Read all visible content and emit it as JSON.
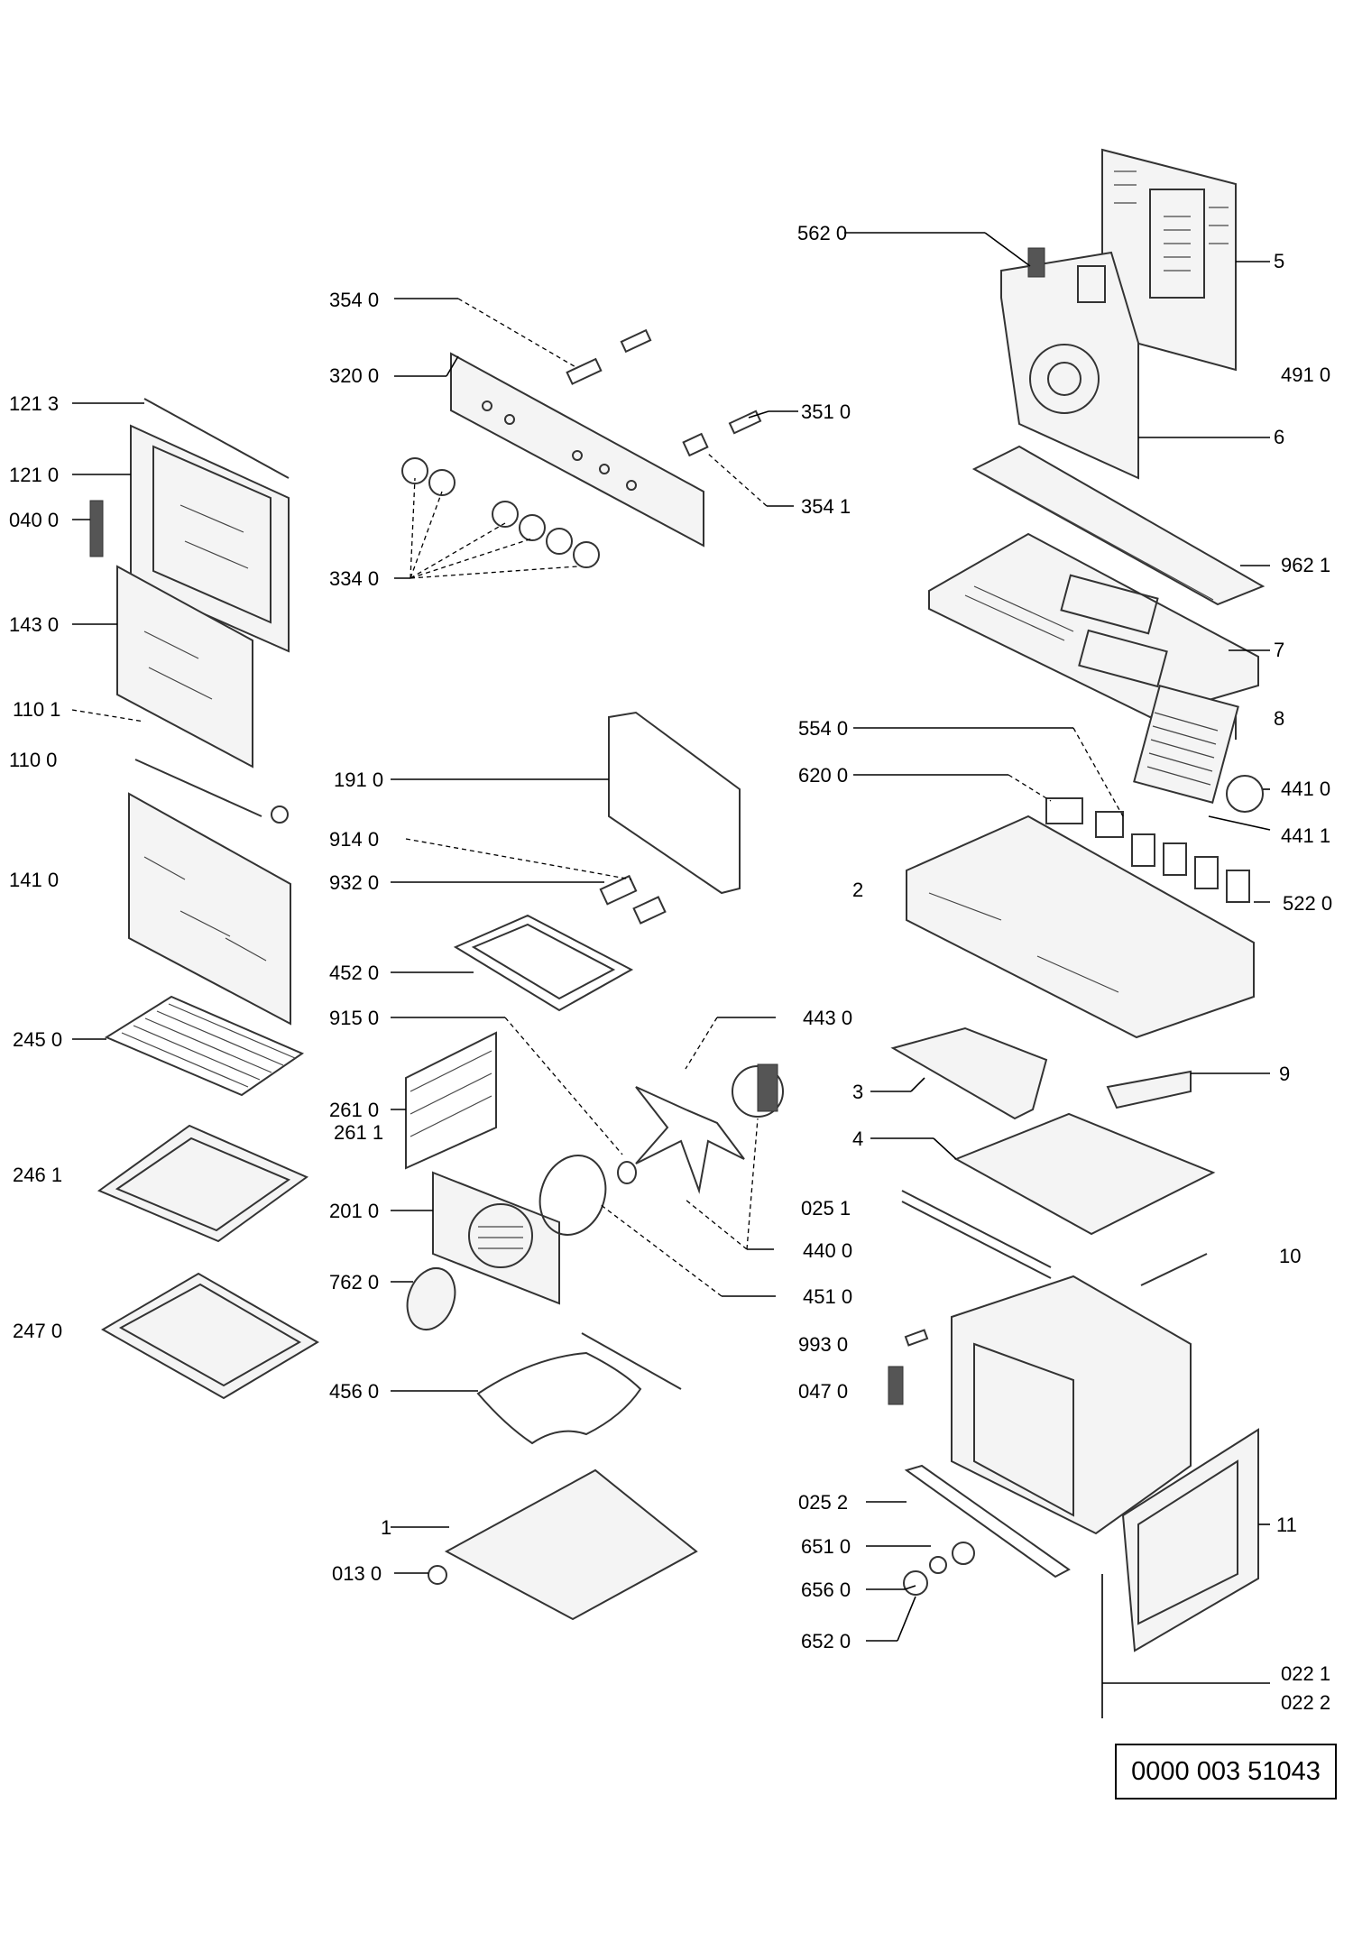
{
  "labels": {
    "l_562_0": "562 0",
    "l_5": "5",
    "l_491_0": "491 0",
    "l_354_0": "354 0",
    "l_320_0": "320 0",
    "l_351_0": "351 0",
    "l_354_1": "354 1",
    "l_6": "6",
    "l_121_3": "121 3",
    "l_121_0": "121 0",
    "l_040_0": "040 0",
    "l_334_0": "334 0",
    "l_962_1": "962 1",
    "l_143_0": "143 0",
    "l_7": "7",
    "l_110_1": "110 1",
    "l_110_0": "110 0",
    "l_8": "8",
    "l_554_0": "554 0",
    "l_191_0": "191 0",
    "l_620_0": "620 0",
    "l_441_0": "441 0",
    "l_914_0": "914 0",
    "l_441_1": "441 1",
    "l_141_0": "141 0",
    "l_932_0": "932 0",
    "l_2": "2",
    "l_522_0": "522 0",
    "l_452_0": "452 0",
    "l_915_0": "915 0",
    "l_443_0": "443 0",
    "l_245_0": "245 0",
    "l_9": "9",
    "l_3": "3",
    "l_261_0": "261 0",
    "l_261_1": "261 1",
    "l_4": "4",
    "l_246_1": "246 1",
    "l_201_0": "201 0",
    "l_025_1": "025 1",
    "l_440_0": "440 0",
    "l_10": "10",
    "l_762_0": "762 0",
    "l_451_0": "451 0",
    "l_247_0": "247 0",
    "l_993_0": "993 0",
    "l_456_0": "456 0",
    "l_047_0": "047 0",
    "l_025_2": "025 2",
    "l_11": "11",
    "l_1": "1",
    "l_651_0": "651 0",
    "l_013_0": "013 0",
    "l_656_0": "656 0",
    "l_652_0": "652 0",
    "l_022_1": "022 1",
    "l_022_2": "022 2"
  },
  "reference_number": "0000 003 51043"
}
